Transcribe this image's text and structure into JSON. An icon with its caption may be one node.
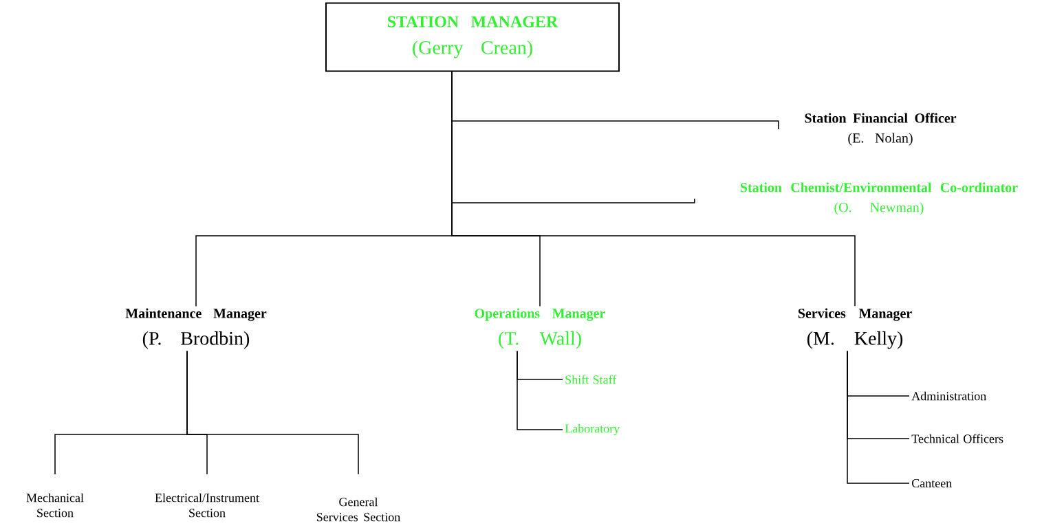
{
  "diagram": {
    "nodes": [
      {
        "text": [
          "STATION MANAGER",
          "(Gerry Crean)"
        ]
      },
      {
        "text": [
          "Station Financial Officer",
          "(E. Nolan)"
        ]
      },
      {
        "text": [
          "Station Chemist/Environmental Co-ordinator",
          "(O. Newman)"
        ]
      },
      {
        "text": [
          "Maintenance Manager",
          "(P. Brodbin)"
        ]
      },
      {
        "text": [
          "Operations Manager",
          "(T. Wall)"
        ]
      },
      {
        "text": [
          "Services Manager",
          "(M. Kelly)"
        ]
      },
      {
        "text": [
          "Shift Staff"
        ]
      },
      {
        "text": [
          "Laboratory"
        ]
      },
      {
        "text": [
          "Administration"
        ]
      },
      {
        "text": [
          "Technical Officers"
        ]
      },
      {
        "text": [
          "Canteen"
        ]
      },
      {
        "text": [
          "Mechanical Section"
        ]
      },
      {
        "text": [
          "Electrical/Instrument Section"
        ]
      },
      {
        "text": [
          "General Services Section"
        ]
      }
    ],
    "edges": [
      {
        "from": 0,
        "to": 1,
        "arrow": "none"
      },
      {
        "from": 0,
        "to": 2,
        "arrow": "none"
      },
      {
        "from": 0,
        "to": 3,
        "arrow": "none"
      },
      {
        "from": 0,
        "to": 4,
        "arrow": "none"
      },
      {
        "from": 0,
        "to": 5,
        "arrow": "none"
      },
      {
        "from": 4,
        "to": 6,
        "arrow": "none"
      },
      {
        "from": 4,
        "to": 7,
        "arrow": "none"
      },
      {
        "from": 5,
        "to": 8,
        "arrow": "none"
      },
      {
        "from": 5,
        "to": 9,
        "arrow": "none"
      },
      {
        "from": 5,
        "to": 10,
        "arrow": "none"
      },
      {
        "from": 3,
        "to": 11,
        "arrow": "none"
      },
      {
        "from": 3,
        "to": 12,
        "arrow": "none"
      },
      {
        "from": 3,
        "to": 13,
        "arrow": "none"
      }
    ]
  }
}
